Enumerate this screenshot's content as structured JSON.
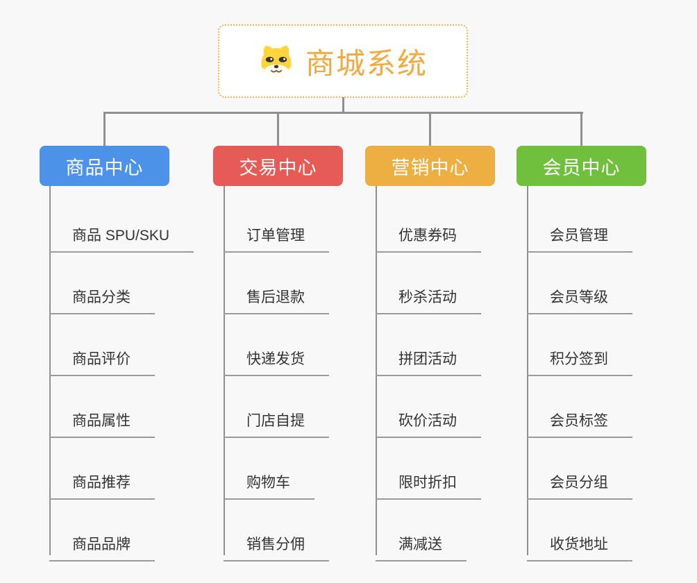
{
  "root": {
    "title": "商城系统",
    "icon": "dog-icon",
    "title_color": "#F2A93F",
    "border_color": "#F0B45C"
  },
  "branches": [
    {
      "label": "商品中心",
      "color": "#4B92E8",
      "items": [
        "商品 SPU/SKU",
        "商品分类",
        "商品评价",
        "商品属性",
        "商品推荐",
        "商品品牌"
      ]
    },
    {
      "label": "交易中心",
      "color": "#E75B56",
      "items": [
        "订单管理",
        "售后退款",
        "快递发货",
        "门店自提",
        "购物车",
        "销售分佣"
      ]
    },
    {
      "label": "营销中心",
      "color": "#EDAE42",
      "items": [
        "优惠券码",
        "秒杀活动",
        "拼团活动",
        "砍价活动",
        "限时折扣",
        "满减送"
      ]
    },
    {
      "label": "会员中心",
      "color": "#70BF3D",
      "items": [
        "会员管理",
        "会员等级",
        "积分签到",
        "会员标签",
        "会员分组",
        "收货地址"
      ]
    }
  ],
  "connector_color": "#8F8F8F"
}
